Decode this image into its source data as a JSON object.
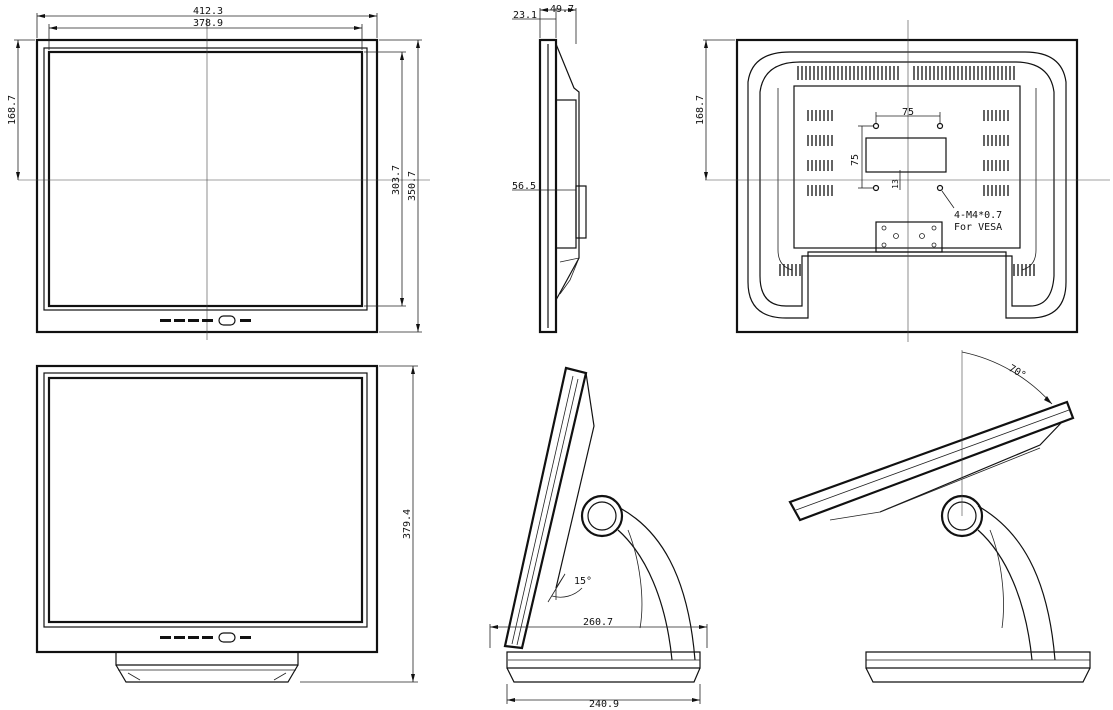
{
  "front_view": {
    "overall_width": "412.3",
    "screen_width": "378.9",
    "half_height": "168.7",
    "screen_height": "303.7",
    "overall_height": "350.7"
  },
  "side_view": {
    "front_thickness": "23.1",
    "total_depth": "49.7",
    "bracket_depth": "56.5"
  },
  "rear_view": {
    "half_height": "168.7",
    "vesa_horizontal": "75",
    "vesa_vertical": "75",
    "vesa_offset": "13",
    "mount_note_line1": "4-M4*0.7",
    "mount_note_line2": "For VESA"
  },
  "stand_front_view": {
    "total_height": "379.4"
  },
  "stand_side_view": {
    "tilt_back_angle": "15°",
    "base_depth_top": "260.7",
    "base_depth_bottom": "240.9"
  },
  "stand_tilted_view": {
    "tilt_angle": "70°"
  }
}
